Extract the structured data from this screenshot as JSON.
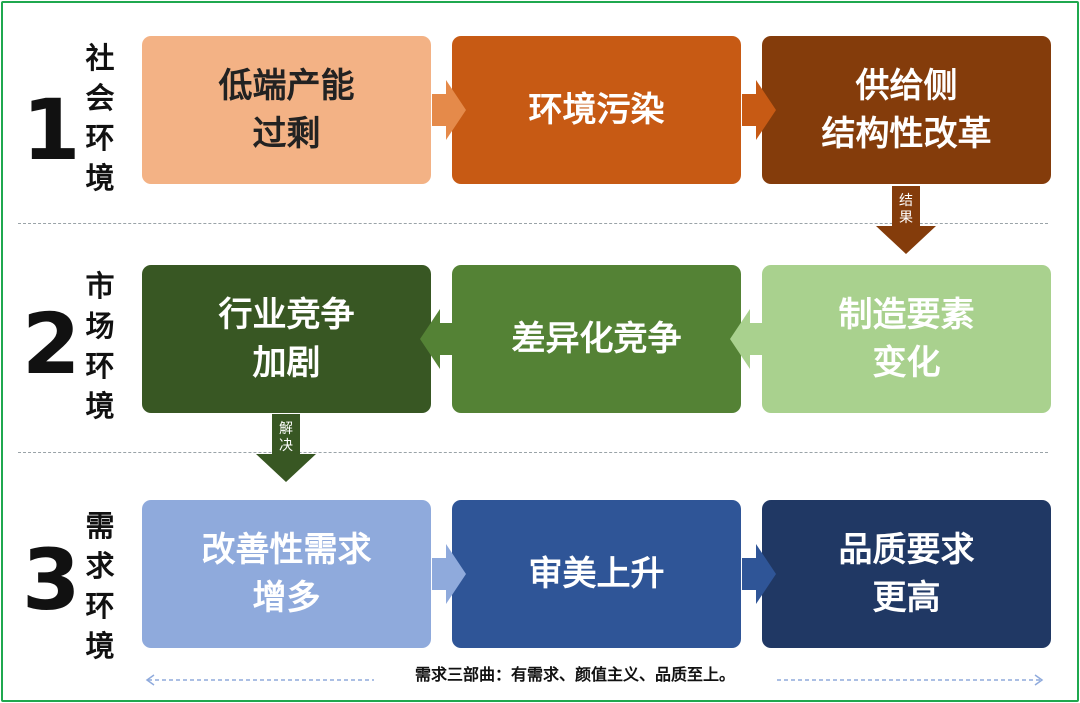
{
  "rows": [
    {
      "number": "1",
      "label": "社会环境",
      "boxes": [
        {
          "line1": "低端产能",
          "line2": "过剩"
        },
        {
          "line1": "环境污染",
          "line2": ""
        },
        {
          "line1": "供给侧",
          "line2": "结构性改革"
        }
      ]
    },
    {
      "number": "2",
      "label": "市场环境",
      "boxes": [
        {
          "line1": "行业竞争",
          "line2": "加剧"
        },
        {
          "line1": "差异化竞争",
          "line2": ""
        },
        {
          "line1": "制造要素",
          "line2": "变化"
        }
      ]
    },
    {
      "number": "3",
      "label": "需求环境",
      "boxes": [
        {
          "line1": "改善性需求",
          "line2": "增多"
        },
        {
          "line1": "审美上升",
          "line2": ""
        },
        {
          "line1": "品质要求",
          "line2": "更高"
        }
      ]
    }
  ],
  "connectors": {
    "row1_to_row2": "结果",
    "row2_to_row3": "解决"
  },
  "footer_note": "需求三部曲：有需求、颜值主义、品质至上。",
  "colors": {
    "frame": "#1fa84f",
    "r1": [
      "#f3b285",
      "#c75a14",
      "#843c0b"
    ],
    "r2": [
      "#385723",
      "#548235",
      "#a9d18e"
    ],
    "r3": [
      "#8faadc",
      "#2f5597",
      "#203864"
    ]
  }
}
